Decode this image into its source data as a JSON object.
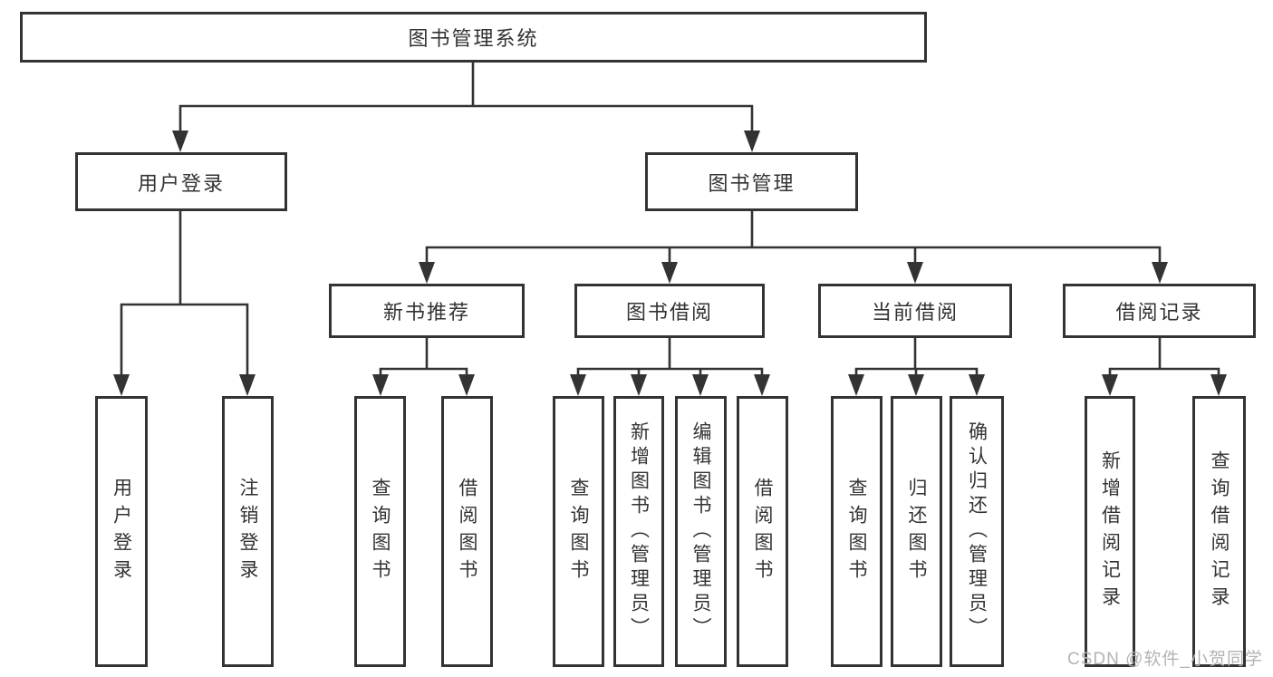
{
  "diagram": {
    "type": "hierarchy-tree",
    "colors": {
      "line": "#333333",
      "node_border": "#333333",
      "node_text": "#333333",
      "background": "#ffffff",
      "watermark_text_color": "#b3b3b3"
    },
    "tree": {
      "root": {
        "label": "图书管理系统"
      },
      "level2": [
        {
          "label": "用户登录",
          "children": [
            {
              "label": "用户登录"
            },
            {
              "label": "注销登录"
            }
          ]
        },
        {
          "label": "图书管理",
          "children": [
            {
              "label": "新书推荐",
              "children": [
                {
                  "label": "查询图书"
                },
                {
                  "label": "借阅图书"
                }
              ]
            },
            {
              "label": "图书借阅",
              "children": [
                {
                  "label": "查询图书"
                },
                {
                  "label": "新增图书（管理员）"
                },
                {
                  "label": "编辑图书（管理员）"
                },
                {
                  "label": "借阅图书"
                }
              ]
            },
            {
              "label": "当前借阅",
              "children": [
                {
                  "label": "查询图书"
                },
                {
                  "label": "归还图书"
                },
                {
                  "label": "确认归还（管理员）"
                }
              ]
            },
            {
              "label": "借阅记录",
              "children": [
                {
                  "label": "新增借阅记录"
                },
                {
                  "label": "查询借阅记录"
                }
              ]
            }
          ]
        }
      ]
    }
  },
  "watermark": {
    "text": "CSDN @软件_小贺同学"
  }
}
